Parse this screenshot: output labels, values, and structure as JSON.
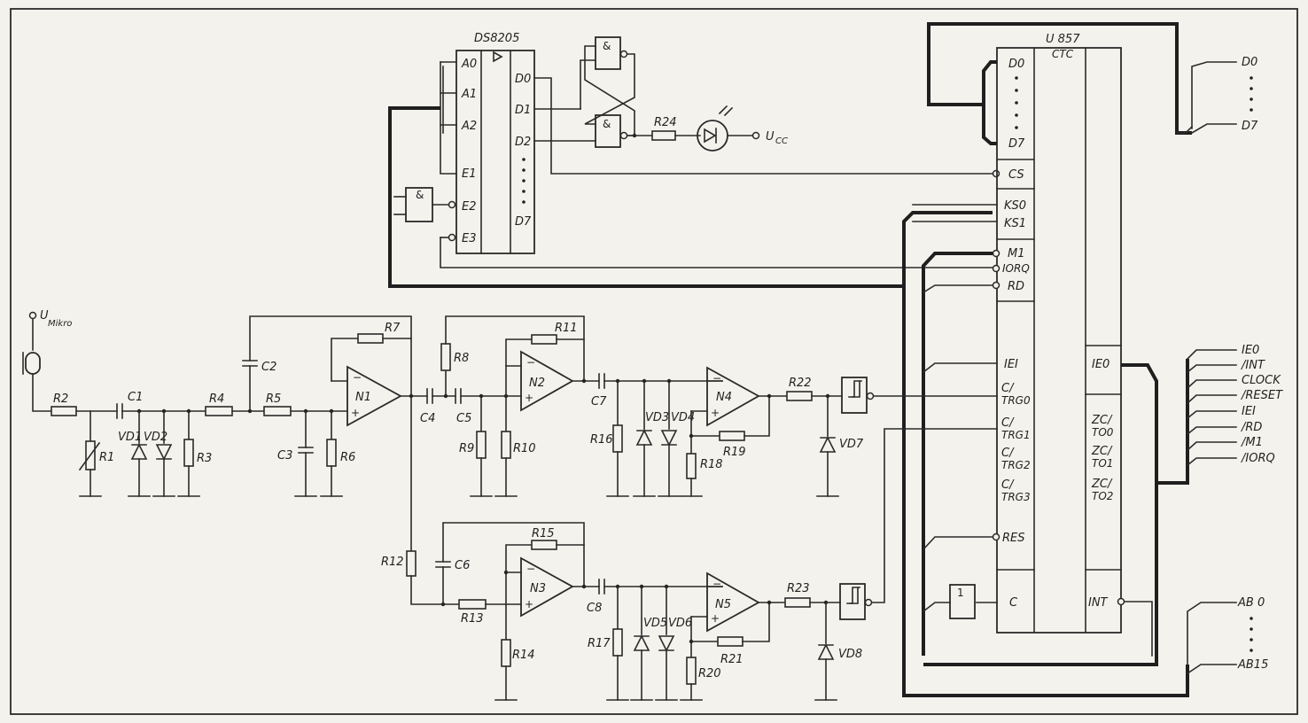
{
  "chips": {
    "decoder": {
      "name": "DS8205",
      "inputs": [
        "A0",
        "A1",
        "A2",
        "E1",
        "E2",
        "E3"
      ],
      "outputs": [
        "D0",
        "D1",
        "D2",
        "D7"
      ]
    },
    "ctc": {
      "name": "U 857",
      "subtitle": "CTC",
      "left_pins": [
        "D0",
        "D7",
        "CS",
        "KS0",
        "KS1",
        "M1",
        "IORQ",
        "RD",
        "IEI",
        "C/",
        "TRG0",
        "C/",
        "TRG1",
        "C/",
        "TRG2",
        "C/",
        "TRG3",
        "RES",
        "C"
      ],
      "right_pins": [
        "IE0",
        "ZC/",
        "TO0",
        "ZC/",
        "TO1",
        "ZC/",
        "TO2",
        "INT"
      ]
    }
  },
  "gate_symbols": {
    "and": "&",
    "inverter": "1"
  },
  "supply_labels": {
    "mic": "U",
    "mic_sub": "Mikro",
    "vcc": "U",
    "vcc_sub": "CC"
  },
  "right_signals": {
    "data": [
      "D0",
      "D7"
    ],
    "control": [
      "IE0",
      "/INT",
      "CLOCK",
      "/RESET",
      "IEI",
      "/RD",
      "/M1",
      "/IORQ"
    ],
    "address": [
      "AB 0",
      "AB15"
    ]
  },
  "components": {
    "resistors": [
      "R1",
      "R2",
      "R3",
      "R4",
      "R5",
      "R6",
      "R7",
      "R8",
      "R9",
      "R10",
      "R11",
      "R12",
      "R13",
      "R14",
      "R15",
      "R16",
      "R17",
      "R18",
      "R19",
      "R20",
      "R21",
      "R22",
      "R23",
      "R24"
    ],
    "capacitors": [
      "C1",
      "C2",
      "C3",
      "C4",
      "C5",
      "C6",
      "C7",
      "C8"
    ],
    "diodes": [
      "VD1",
      "VD2",
      "VD3",
      "VD4",
      "VD5",
      "VD6",
      "VD7",
      "VD8"
    ],
    "opamps": [
      "N1",
      "N2",
      "N3",
      "N4",
      "N5"
    ]
  },
  "dots_vertical": "·"
}
